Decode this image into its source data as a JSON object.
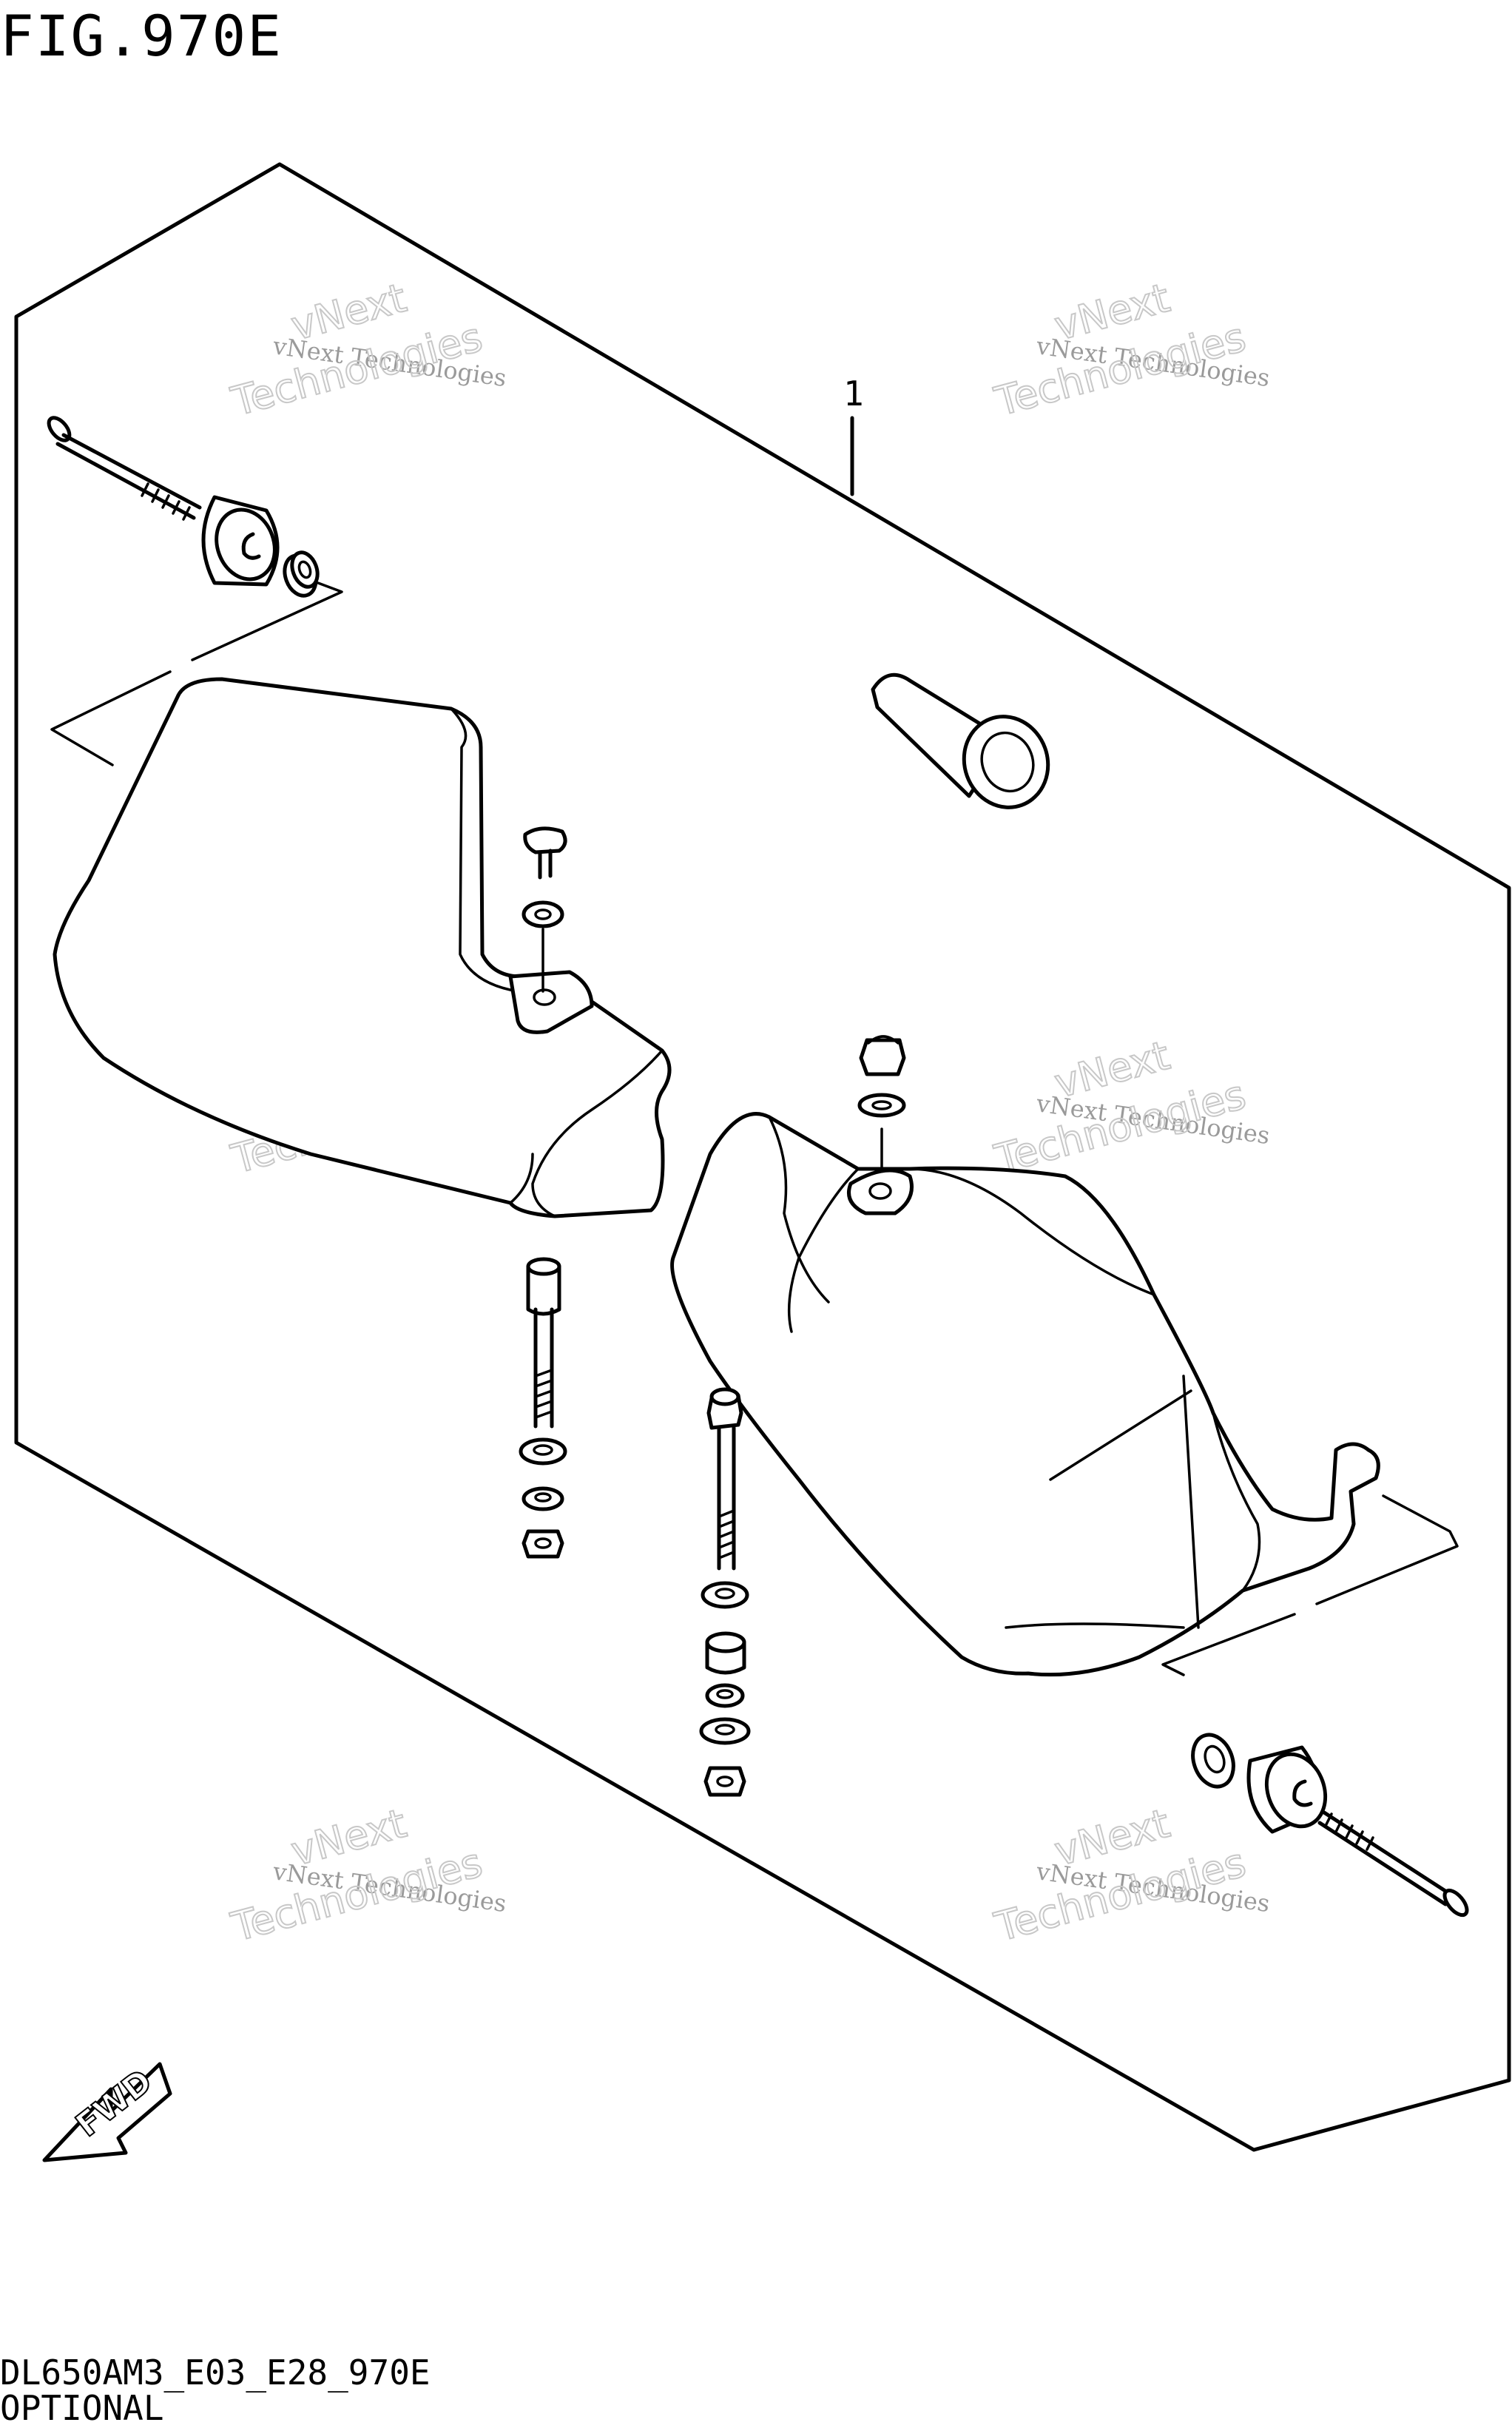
{
  "figure": {
    "title": "FIG.970E",
    "callout": "1",
    "fwd_label": "FWD"
  },
  "footer": {
    "code": "DL650AM3_E03_E28_970E",
    "label": "OPTIONAL"
  },
  "watermark": {
    "line1": "vNext Technologies",
    "line2": "vNext",
    "line3": "Technologies"
  }
}
